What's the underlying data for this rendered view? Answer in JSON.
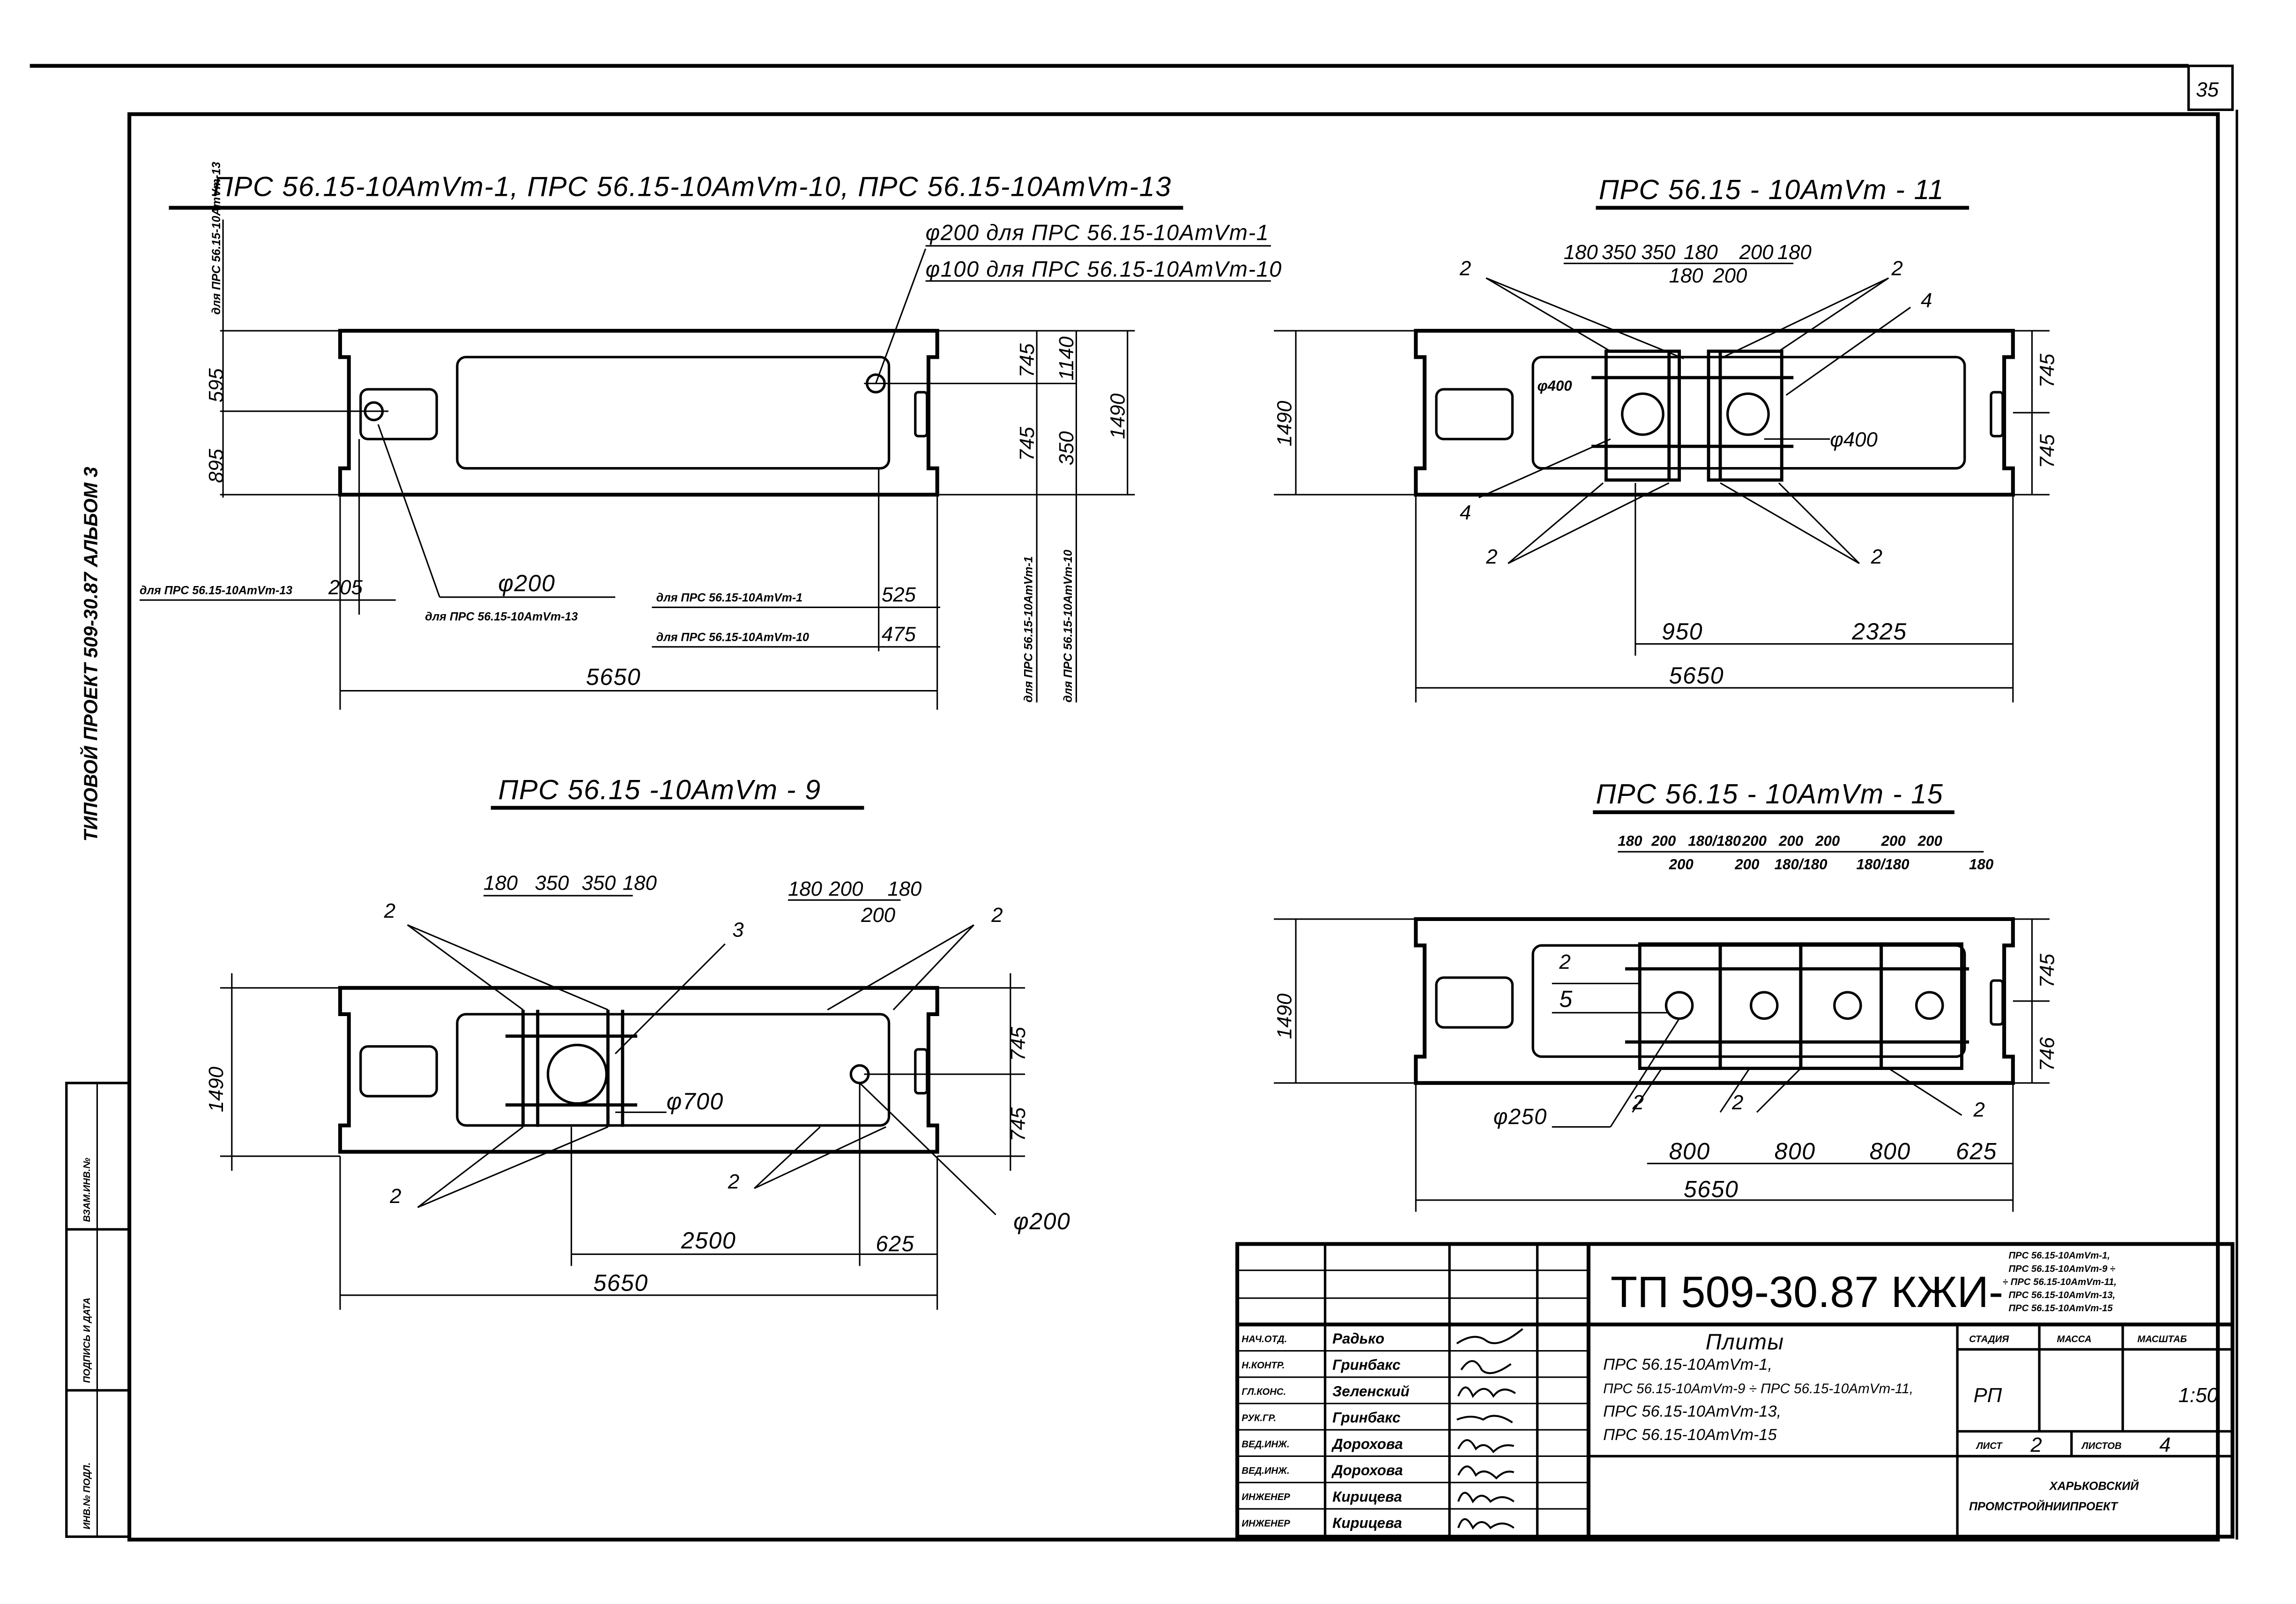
{
  "sheet_number": "35",
  "side_label": "ТИПОВОЙ ПРОЕКТ 509-30.87 АЛЬБОМ 3",
  "stamp_column": [
    "ИНВ.№ ПОДЛ.",
    "ПОДПИСЬ И ДАТА",
    "ВЗАМ.ИНВ.№"
  ],
  "view1": {
    "title": "ПРС 56.15-10АтVт-1, ПРС 56.15-10АтVт-10, ПРС 56.15-10АтVт-13",
    "note_phi200": "φ200 для ПРС 56.15-10АтVт-1",
    "note_phi100": "φ100 для ПРС 56.15-10АтVт-10",
    "note_v13_vertical": "для ПРС 56.15-10АтVт-13",
    "dim_595": "595",
    "dim_895": "895",
    "dim_745a": "745",
    "dim_745b": "745",
    "dim_1140": "1140",
    "dim_350": "350",
    "dim_1490": "1490",
    "note_205_for": "для ПРС 56.15-10АтVт-13",
    "dim_205": "205",
    "hole_phi200": "φ200",
    "hole_phi200_for": "для ПРС 56.15-10АтVт-13",
    "note_525_for": "для ПРС 56.15-10АтVт-1",
    "dim_525": "525",
    "note_475_for": "для ПРС 56.15-10АтVт-10",
    "dim_475": "475",
    "dim_5650": "5650",
    "vert_note_1": "для ПРС 56.15-10АтVт-1",
    "vert_note_10": "для ПРС 56.15-10АтVт-10"
  },
  "view2": {
    "title": "ПРС 56.15 - 10АтVт - 11",
    "top_dims": [
      "180",
      "350",
      "350",
      "180",
      "200",
      "180"
    ],
    "top_dims_2": [
      "180",
      "200"
    ],
    "mark_2": "2",
    "mark_4": "4",
    "phi400": "φ400",
    "dim_1490": "1490",
    "dim_745": "745",
    "dim_950": "950",
    "dim_2325": "2325",
    "dim_5650": "5650"
  },
  "view3": {
    "title": "ПРС 56.15 -10АтVт - 9",
    "top_dims_left": [
      "180",
      "350",
      "350",
      "180"
    ],
    "top_dims_right": [
      "180",
      "200",
      "180"
    ],
    "top_dims_right_2": "200",
    "mark_2": "2",
    "mark_3": "3",
    "phi700": "φ700",
    "phi200": "φ200",
    "dim_1490": "1490",
    "dim_745": "745",
    "dim_2500": "2500",
    "dim_625": "625",
    "dim_5650": "5650"
  },
  "view4": {
    "title": "ПРС 56.15 - 10АтVт - 15",
    "top_dims": [
      "180",
      "200",
      "180/180",
      "200",
      "200",
      "200",
      "200",
      "200"
    ],
    "top_dims_2": [
      "200",
      "200",
      "180/180",
      "180/180",
      "180"
    ],
    "mark_2": "2",
    "mark_5": "5",
    "phi250": "φ250",
    "dim_1490": "1490",
    "dim_745": "745",
    "dim_746": "746",
    "dim_800": "800",
    "dim_625": "625",
    "dim_5650": "5650"
  },
  "title_block": {
    "code": "ТП 509-30.87 КЖИ-",
    "designations": [
      "ПРС 56.15-10АтVт-1,",
      "ПРС 56.15-10АтVт-9 ÷",
      "÷ ПРС 56.15-10АтVт-11,",
      "ПРС 56.15-10АтVт-13,",
      "ПРС 56.15-10АтVт-15"
    ],
    "roles": [
      "НАЧ.ОТД.",
      "Н.КОНТР.",
      "ГЛ.КОНС.",
      "РУК.ГР.",
      "ВЕД.ИНЖ.",
      "ВЕД.ИНЖ.",
      "ИНЖЕНЕР",
      "ИНЖЕНЕР"
    ],
    "names": [
      "Радько",
      "Гринбакс",
      "Зеленский",
      "Гринбакс",
      "Дорохова",
      "Дорохова",
      "Кирицева",
      "Кирицева"
    ],
    "description": [
      "Плиты",
      "ПРС 56.15-10АтVт-1,",
      "ПРС 56.15-10АтVт-9 ÷ ПРС 56.15-10АтVт-11,",
      "ПРС 56.15-10АтVт-13,",
      "ПРС 56.15-10АтVт-15"
    ],
    "stage_label": "СТАДИЯ",
    "mass_label": "МАССА",
    "scale_label": "МАСШТАБ",
    "stage": "РП",
    "scale": "1:50",
    "sheet_label": "ЛИСТ",
    "sheet": "2",
    "sheets_label": "ЛИСТОВ",
    "sheets": "4",
    "org": [
      "ХАРЬКОВСКИЙ",
      "ПРОМСТРОЙНИИПРОЕКТ"
    ]
  }
}
